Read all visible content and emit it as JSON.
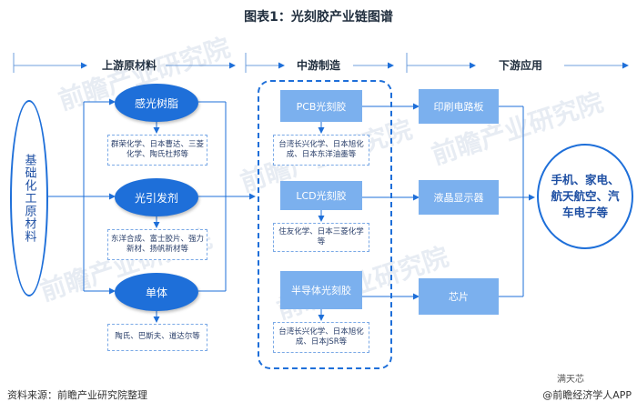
{
  "title": "图表1：光刻胶产业链图谱",
  "stages": {
    "upstream": "上游原材料",
    "midstream": "中游制造",
    "downstream": "下游应用"
  },
  "source_node": "基础化工原材料",
  "upstream": [
    {
      "name": "感光树脂",
      "companies": "群荣化学、日本曹达、三菱化学、陶氏杜邦等"
    },
    {
      "name": "光引发剂",
      "companies": "东洋合成、富士胶片、强力新材、扬帆新材等"
    },
    {
      "name": "单体",
      "companies": "陶氏、巴斯夫、道达尔等"
    }
  ],
  "midstream": [
    {
      "name": "PCB光刻胶",
      "companies": "台湾长兴化学、日本旭化成、日本东洋油墨等"
    },
    {
      "name": "LCD光刻胶",
      "companies": "住友化学、日本三菱化学等"
    },
    {
      "name": "半导体光刻胶",
      "companies": "台湾长兴化学、日本旭化成、日本JSR等"
    }
  ],
  "downstream": [
    "印刷电路板",
    "液晶显示器",
    "芯片"
  ],
  "target_node": "手机、家电、航天航空、汽车电子等",
  "watermark": "前瞻产业研究院",
  "footer": {
    "source": "资料来源：前瞻产业研究院整理",
    "credit_top": "满天芯",
    "credit": "@前瞻经济学人APP"
  },
  "colors": {
    "primary": "#1e6fd9",
    "light": "#7bb0ee"
  }
}
